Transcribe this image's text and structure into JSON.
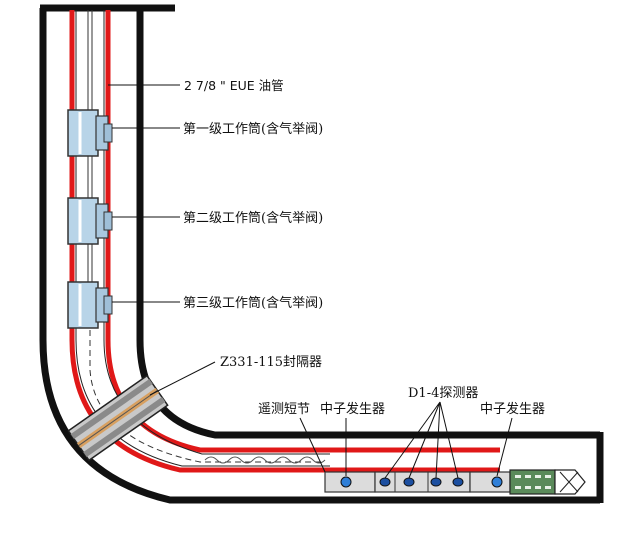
{
  "labels": {
    "tubing": "2 7/8 \" EUE 油管",
    "mandrel_1": "第一级工作筒(含气举阀)",
    "mandrel_2": "第二级工作筒(含气举阀)",
    "mandrel_3": "第三级工作筒(含气举阀)",
    "packer": "Z331-115封隔器",
    "telemetry_sub": "遥测短节",
    "neutron_generator_1": "中子发生器",
    "detectors": "D1-4探测器",
    "neutron_generator_2": "中子发生器"
  },
  "colors": {
    "casing": "#111111",
    "tubing_wall": "#e01818",
    "mandrel_body": "#b8d4e8",
    "mandrel_outline": "#333333",
    "detector_dot": "#1c4fa0",
    "source_dot": "#2f7fd8",
    "screen_green": "#5a8a5a"
  }
}
